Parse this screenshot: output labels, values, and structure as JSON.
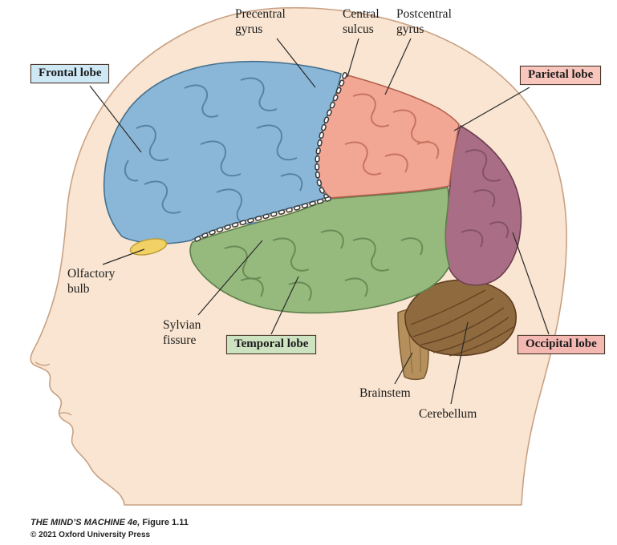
{
  "annotations": {
    "precentral_gyrus": {
      "line1": "Precentral",
      "line2": "gyrus"
    },
    "central_sulcus": {
      "line1": "Central",
      "line2": "sulcus"
    },
    "postcentral_gyrus": {
      "line1": "Postcentral",
      "line2": "gyrus"
    },
    "olfactory_bulb": {
      "line1": "Olfactory",
      "line2": "bulb"
    },
    "sylvian_fissure": {
      "line1": "Sylvian",
      "line2": "fissure"
    },
    "brainstem": "Brainstem",
    "cerebellum": "Cerebellum"
  },
  "lobe_labels": {
    "frontal": "Frontal lobe",
    "parietal": "Parietal lobe",
    "temporal": "Temporal lobe",
    "occipital": "Occipital lobe"
  },
  "credits": {
    "source_italic": "THE MIND’S MACHINE 4e,",
    "source_rest": " Figure 1.11",
    "copyright": "© 2021 Oxford University Press"
  },
  "colors": {
    "skin": "#f9e5d1",
    "skin_outline": "#c9a184",
    "frontal_lobe": "#8ab7d8",
    "parietal_lobe": "#f2a795",
    "temporal_lobe": "#96ba7e",
    "occipital_lobe": "#a96e85",
    "cerebellum": "#8f6a3f",
    "brainstem": "#b5905c",
    "olfactory_bulb": "#f2d264",
    "frontal_box_bg": "#cfe8f6",
    "parietal_box_bg": "#f8c6bd",
    "temporal_box_bg": "#cde2c0",
    "occipital_box_bg": "#f3b8b2"
  }
}
